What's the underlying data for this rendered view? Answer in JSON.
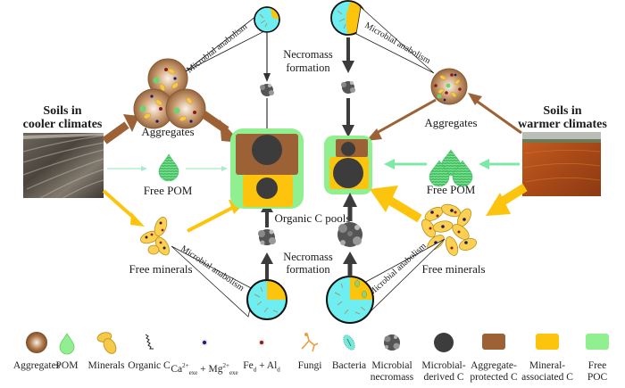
{
  "figure": {
    "left_panel": {
      "soil_title_line1": "Soils in",
      "soil_title_line2": "cooler climates",
      "aggregates_label": "Aggregates",
      "free_pom_label": "Free POM",
      "free_minerals_label": "Free minerals",
      "anabolism_top": "Microbial anabolism",
      "anabolism_bottom": "Microbial anabolism"
    },
    "right_panel": {
      "soil_title_line1": "Soils in",
      "soil_title_line2": "warmer climates",
      "aggregates_label": "Aggregates",
      "free_pom_label": "Free POM",
      "free_minerals_label": "Free minerals",
      "anabolism_top": "Microbial anabolism",
      "anabolism_bottom": "Microbial anabolism"
    },
    "center": {
      "necromass_top_line1": "Necromass",
      "necromass_top_line2": "formation",
      "organic_c_pools": "Organic C pools",
      "necromass_bottom_line1": "Necromass",
      "necromass_bottom_line2": "formation"
    },
    "colors": {
      "aggregate_brown": "#9c6236",
      "aggregate_fill": "#b07a4e",
      "mineral_yellow": "#fcc40c",
      "pom_green": "#90f090",
      "pom_arrow": "#7ee8a8",
      "necromass_dark": "#3c3c3c",
      "cyan": "#6eeef0"
    }
  },
  "legend": {
    "items": [
      {
        "icon": "aggregate-sphere",
        "label": "Aggregates"
      },
      {
        "icon": "pom-drop",
        "label": "POM"
      },
      {
        "icon": "minerals",
        "label": "Minerals"
      },
      {
        "icon": "organic-c-squiggle",
        "label": "Organic C"
      },
      {
        "icon": "ca-mg-dot",
        "label_parts": [
          "Ca",
          "2+",
          "exe",
          " + Mg",
          "2+",
          "exe"
        ]
      },
      {
        "icon": "fe-al-dot",
        "label_parts": [
          "Fe",
          "d",
          " + Al",
          "d"
        ]
      },
      {
        "icon": "fungi",
        "label": "Fungi"
      },
      {
        "icon": "bacteria",
        "label": "Bacteria"
      },
      {
        "icon": "microbial-necromass",
        "label_line1": "Microbial",
        "label_line2": "necromass"
      },
      {
        "icon": "microbial-derived-c",
        "label_line1": "Microbial-",
        "label_line2": "derived C"
      },
      {
        "icon": "aggregate-protected-c",
        "label_line1": "Aggregate-",
        "label_line2": "protected C"
      },
      {
        "icon": "mineral-associated-c",
        "label_line1": "Mineral-",
        "label_line2": "associated C"
      },
      {
        "icon": "free-poc",
        "label_line1": "Free",
        "label_line2": "POC"
      }
    ]
  }
}
